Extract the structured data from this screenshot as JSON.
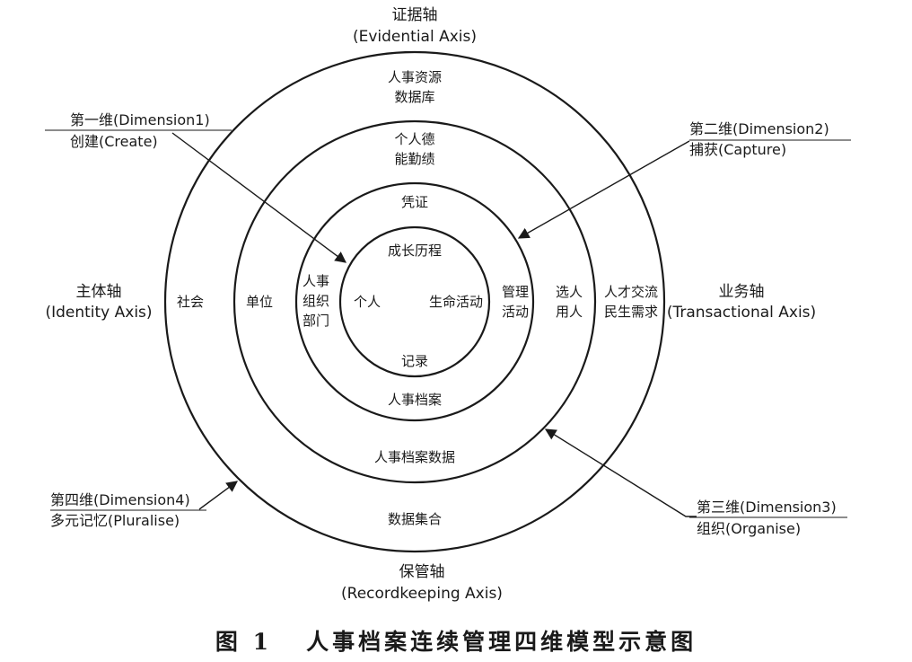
{
  "axes": {
    "evidential": [
      "证据轴",
      "(Evidential Axis)"
    ],
    "identity": [
      "主体轴",
      "(Identity Axis)"
    ],
    "transactional": [
      "业务轴",
      "(Transactional Axis)"
    ],
    "recordkeeping": [
      "保管轴",
      "(Recordkeeping Axis)"
    ]
  },
  "dimensions": {
    "d1": [
      "第一维(Dimension1)",
      "创建(Create)"
    ],
    "d2": [
      "第二维(Dimension2)",
      "捕获(Capture)"
    ],
    "d3": [
      "第三维(Dimension3)",
      "组织(Organise)"
    ],
    "d4": [
      "第四维(Dimension4)",
      "多元记忆(Pluralise)"
    ]
  },
  "rings": {
    "ring4": {
      "top": [
        "人事资源",
        "数据库"
      ],
      "left": [
        "社会"
      ],
      "right": [
        "人才交流",
        "民生需求"
      ],
      "bottom": [
        "数据集合"
      ]
    },
    "ring3": {
      "top": [
        "个人德",
        "能勤绩"
      ],
      "left": [
        "单位"
      ],
      "right": [
        "选人",
        "用人"
      ],
      "bottom": [
        "人事档案数据"
      ]
    },
    "ring2": {
      "top": [
        "凭证"
      ],
      "left": [
        "人事",
        "组织",
        "部门"
      ],
      "right": [
        "管理",
        "活动"
      ],
      "bottom": [
        "人事档案"
      ]
    },
    "ring1": {
      "top": [
        "成长历程"
      ],
      "left": [
        "个人"
      ],
      "right": [
        "生命活动"
      ],
      "bottom": [
        "记录"
      ]
    }
  },
  "caption": "图 1   人事档案连续管理四维模型示意图"
}
